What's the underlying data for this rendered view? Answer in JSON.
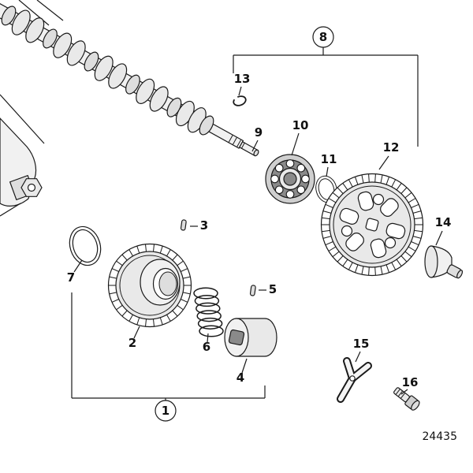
{
  "diagram": {
    "drawing_number": "24435",
    "labels": {
      "n1": "1",
      "n2": "2",
      "n3": "3",
      "n4": "4",
      "n5": "5",
      "n6": "6",
      "n7": "7",
      "n8": "8",
      "n9": "9",
      "n10": "10",
      "n11": "11",
      "n12": "12",
      "n13": "13",
      "n14": "14",
      "n15": "15",
      "n16": "16"
    },
    "colors": {
      "line": "#1a1a1a",
      "background": "#ffffff",
      "fill_light": "#f1f1f1"
    }
  }
}
